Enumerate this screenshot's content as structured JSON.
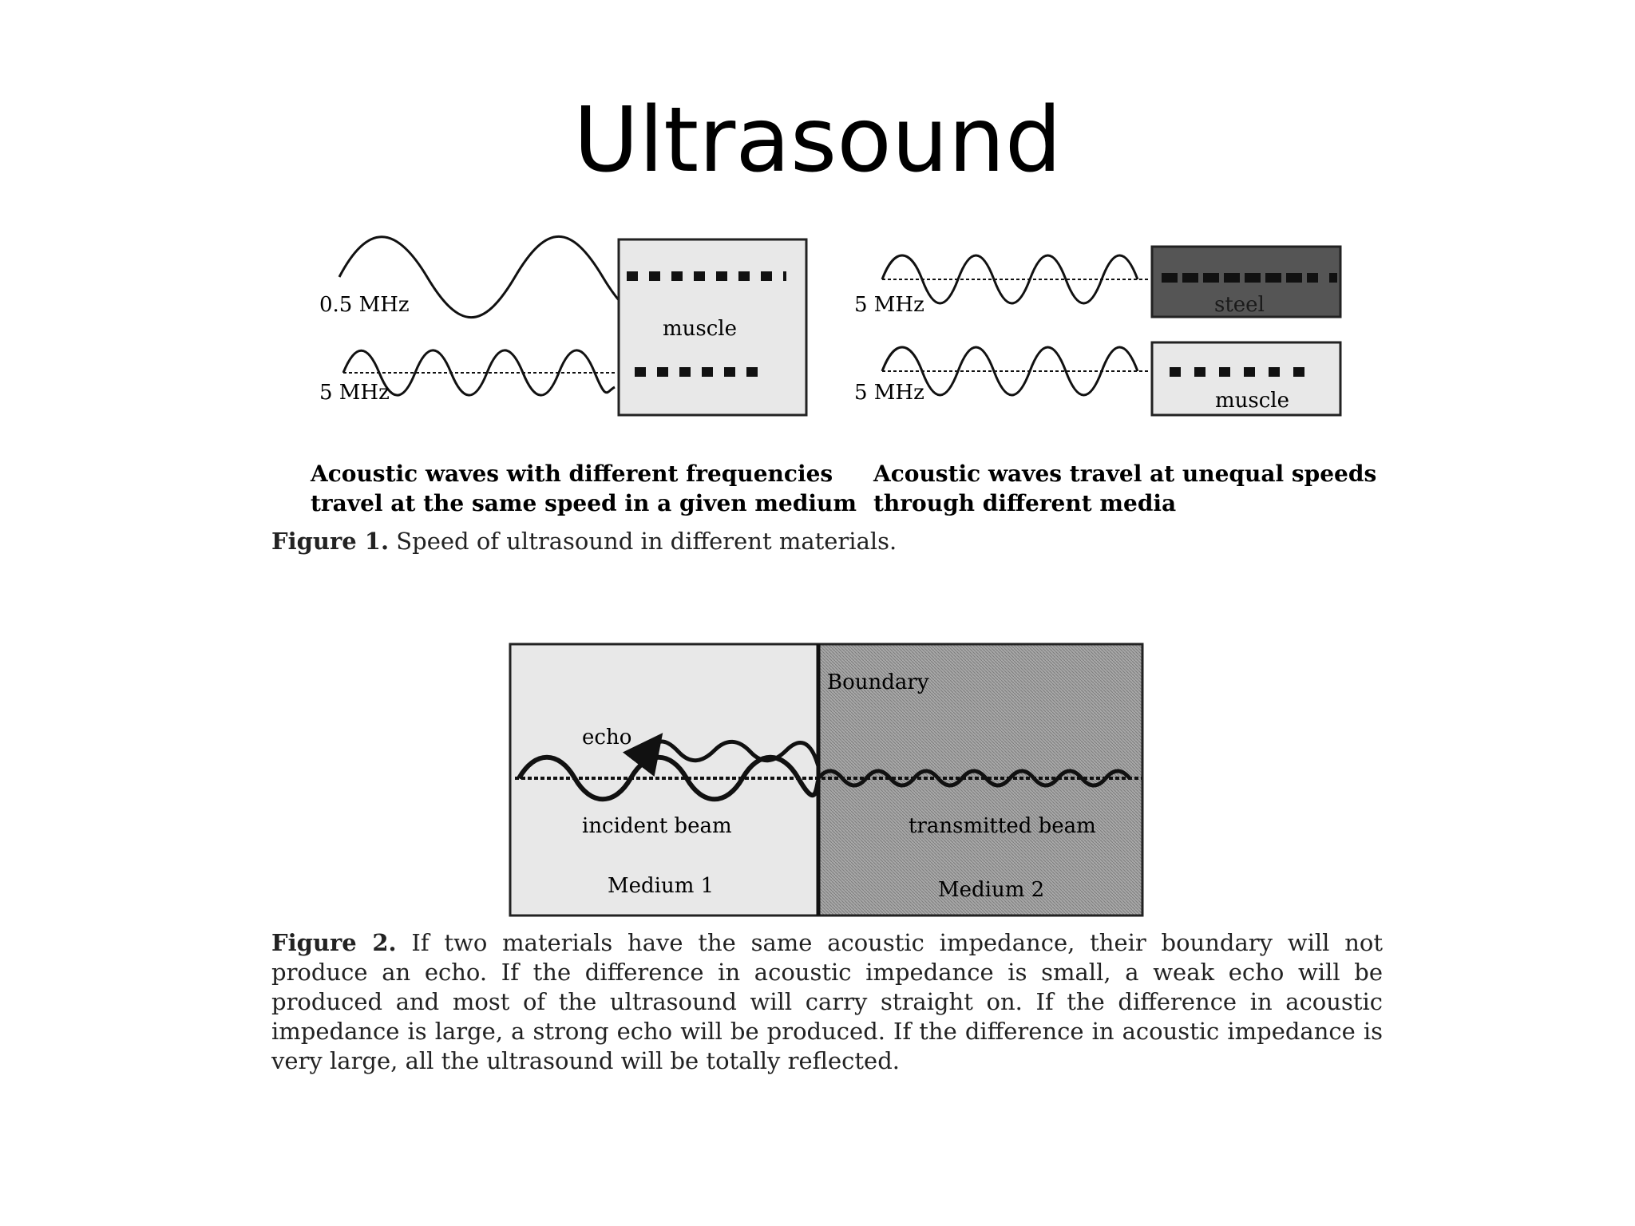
{
  "slide": {
    "title": "Ultrasound"
  },
  "figure1": {
    "left_panel": {
      "wave_top_label": "0.5 MHz",
      "wave_bottom_label": "5 MHz",
      "medium_label": "muscle",
      "caption_line1": "Acoustic waves with different frequencies",
      "caption_line2": "travel at the same speed in a given medium"
    },
    "right_panel": {
      "wave_top_label": "5 MHz",
      "wave_bottom_label": "5 MHz",
      "medium_top_label": "steel",
      "medium_bottom_label": "muscle",
      "caption_line1": "Acoustic waves travel at unequal speeds",
      "caption_line2": "through different media"
    },
    "caption_prefix": "Figure 1.",
    "caption_text": " Speed of ultrasound in different materials."
  },
  "figure2": {
    "boundary_label": "Boundary",
    "echo_label": "echo",
    "incident_label": "incident beam",
    "transmitted_label": "transmitted beam",
    "medium1_label": "Medium 1",
    "medium2_label": "Medium 2",
    "caption_prefix": "Figure 2.",
    "caption_text": " If two materials have the same acoustic impedance, their boundary will not produce an echo. If the difference in acoustic impedance is small, a weak echo will be produced and most of the ultrasound will carry straight on. If the difference in acoustic impedance is large, a strong echo will be produced. If the difference in acoustic impedance is very large, all the ultrasound will be totally reflected."
  },
  "colors": {
    "muscle_fill": "#e8e8e8",
    "steel_fill": "#555555",
    "medium2_fill": "#9a9a9a",
    "line": "#111111"
  }
}
